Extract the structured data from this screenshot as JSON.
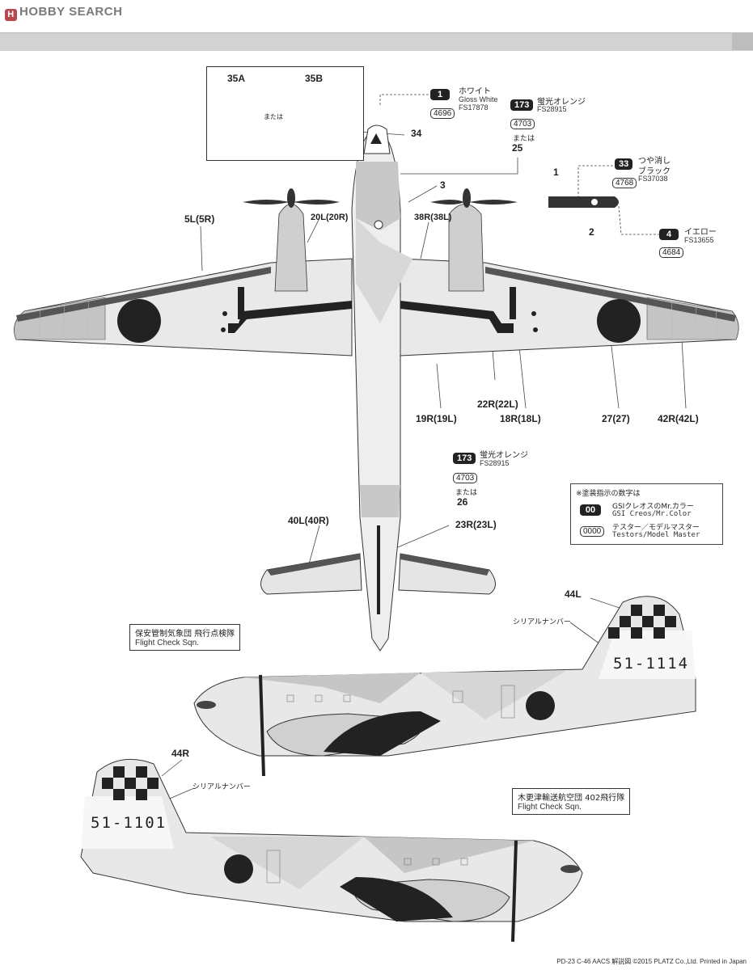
{
  "header": {
    "logo_mark": "H",
    "logo_text": "HOBBY SEARCH"
  },
  "inset": {
    "label_a": "35A",
    "label_b": "35B",
    "or_text": "または"
  },
  "callouts": {
    "c1": {
      "num": "1",
      "name_jp": "ホワイト",
      "name_en": "Gloss White",
      "fs": "FS17878",
      "alt": "4696"
    },
    "c173a": {
      "num": "173",
      "name_jp": "蛍光オレンジ",
      "fs": "FS28915",
      "alt": "4703",
      "or_text": "または",
      "part": "25"
    },
    "c33": {
      "num": "33",
      "name_jp_1": "つや消し",
      "name_jp_2": "ブラック",
      "fs": "FS37038",
      "alt": "4768"
    },
    "c4": {
      "num": "4",
      "name_jp": "イエロー",
      "fs": "FS13655",
      "alt": "4684"
    },
    "c173b": {
      "num": "173",
      "name_jp": "蛍光オレンジ",
      "fs": "FS28915",
      "alt": "4703",
      "or_text": "または",
      "part": "26"
    }
  },
  "parts": {
    "p34": "34",
    "p3": "3",
    "p1": "1",
    "p2": "2",
    "p5": "5L(5R)",
    "p20": "20L(20R)",
    "p38": "38R(38L)",
    "p22": "22R(22L)",
    "p19": "19R(19L)",
    "p18": "18R(18L)",
    "p27": "27(27)",
    "p42": "42R(42L)",
    "p40": "40L(40R)",
    "p23": "23R(23L)",
    "p44l": "44L",
    "p44r": "44R"
  },
  "legend": {
    "title": "※塗装指示の数字は",
    "badge": "00",
    "badge_jp": "GSIクレオスのMr.カラー",
    "badge_en": "GSI Creos/Mr.Color",
    "box": "0000",
    "box_jp": "テスター／モデルマスター",
    "box_en": "Testors/Model Master"
  },
  "side1": {
    "unit_jp": "保安管制気象団 飛行点検隊",
    "unit_en": "Flight Check Sqn.",
    "serial_label": "シリアルナンバー",
    "serial": "51-1114"
  },
  "side2": {
    "unit_jp": "木更津輸送航空団 402飛行隊",
    "unit_en": "Flight Check Sqn.",
    "serial_label": "シリアルナンバー",
    "serial": "51-1101"
  },
  "footer": "PD-23 C-46 AACS 解説図 ©2015 PLATZ Co.,Ltd. Printed in Japan",
  "colors": {
    "orange_tone": "#b9b9b9",
    "white": "#f4f4f4",
    "black": "#222222"
  }
}
